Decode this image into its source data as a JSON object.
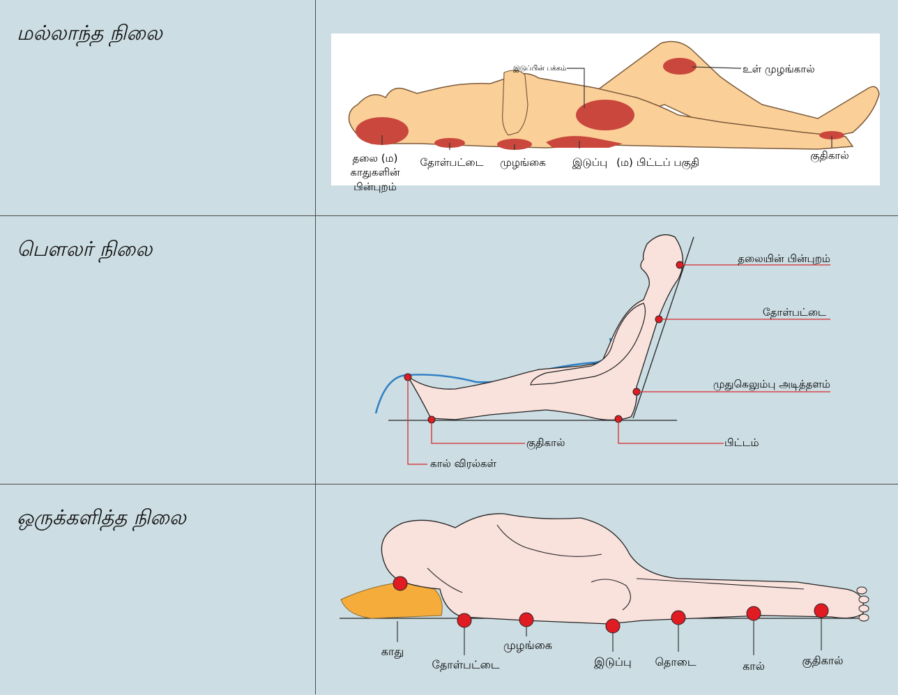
{
  "rows": [
    {
      "title": "மல்லாந்த நிலை",
      "labels": {
        "hip_side": "இடுப்பின் பக்கம்",
        "inner_knee": "உள் முழங்கால்",
        "head_1": "தலை (ம)",
        "head_2": "காதுகளின்",
        "head_3": "பின்புறம்",
        "shoulder": "தோள்பட்டை",
        "elbow": "முழங்கை",
        "hip": "இடுப்பு",
        "or": "(ம)",
        "buttocks": "பிட்டப் பகுதி",
        "heel": "குதிகால்"
      }
    },
    {
      "title": "பௌலர் நிலை",
      "labels": {
        "back_head": "தலையின் பின்புறம்",
        "shoulder": "தோள்பட்டை",
        "sacrum": "முதுகெலும்பு அடித்தளம்",
        "buttock": "பிட்டம்",
        "heel": "குதிகால்",
        "toes": "கால் விரல்கள்"
      }
    },
    {
      "title": "ஒருக்களித்த நிலை",
      "labels": {
        "ear": "காது",
        "shoulder": "தோள்பட்டை",
        "elbow": "முழங்கை",
        "hip": "இடுப்பு",
        "thigh": "தொடை",
        "leg": "கால்",
        "heel": "குதிகால்"
      }
    }
  ],
  "colors": {
    "background": "#ccdde3",
    "skin": "#fbcf98",
    "skin_light": "#f9e1dc",
    "pressure_area": "#c9473d",
    "marker": "#e11b22",
    "pillow": "#f6ac3b",
    "leader_line": "#d62b2b",
    "blue_curve": "#2f7fc4"
  },
  "icons": [
    "supine-body-illustration",
    "fowler-body-illustration",
    "lateral-body-illustration"
  ]
}
